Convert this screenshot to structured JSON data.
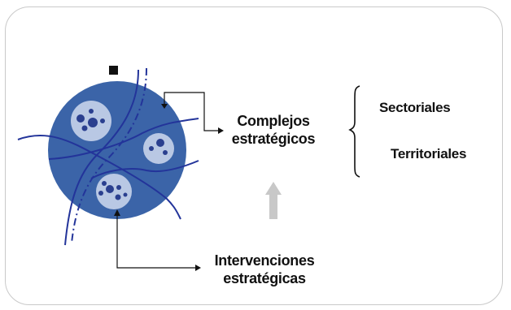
{
  "labels": {
    "complejos": "Complejos\nestratégicos",
    "intervenciones": "Intervenciones\nestratégicas",
    "sectoriales": "Sectoriales",
    "territoriales": "Territoriales"
  },
  "colors": {
    "circle": "#3b64a8",
    "cluster": "#b9c8e4",
    "dots": "#2a3f8f",
    "lines": "#23349a",
    "arrow": "#c8c8c8",
    "text": "#111111"
  }
}
